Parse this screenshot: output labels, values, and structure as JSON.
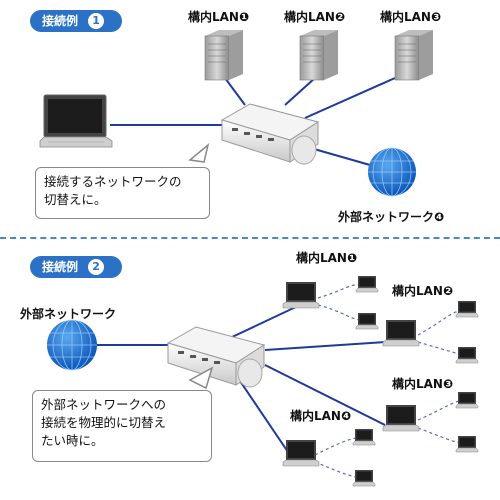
{
  "section1": {
    "badge": "接続例",
    "badge_num": "1",
    "lan_labels": [
      "構内LAN❶",
      "構内LAN❷",
      "構内LAN❸"
    ],
    "external_label": "外部ネットワーク❹",
    "callout": [
      "接続するネットワークの",
      "切替えに。"
    ]
  },
  "section2": {
    "badge": "接続例",
    "badge_num": "2",
    "external_label": "外部ネットワーク",
    "lan_labels": [
      "構内LAN❶",
      "構内LAN❷",
      "構内LAN❸",
      "構内LAN❹"
    ],
    "callout": [
      "外部ネットワークへの",
      "接続を物理的に切替え",
      "たい時に。"
    ]
  },
  "colors": {
    "accent": "#2b72c6",
    "line": "#1f3a9a",
    "globe": "#1a6fd0"
  }
}
